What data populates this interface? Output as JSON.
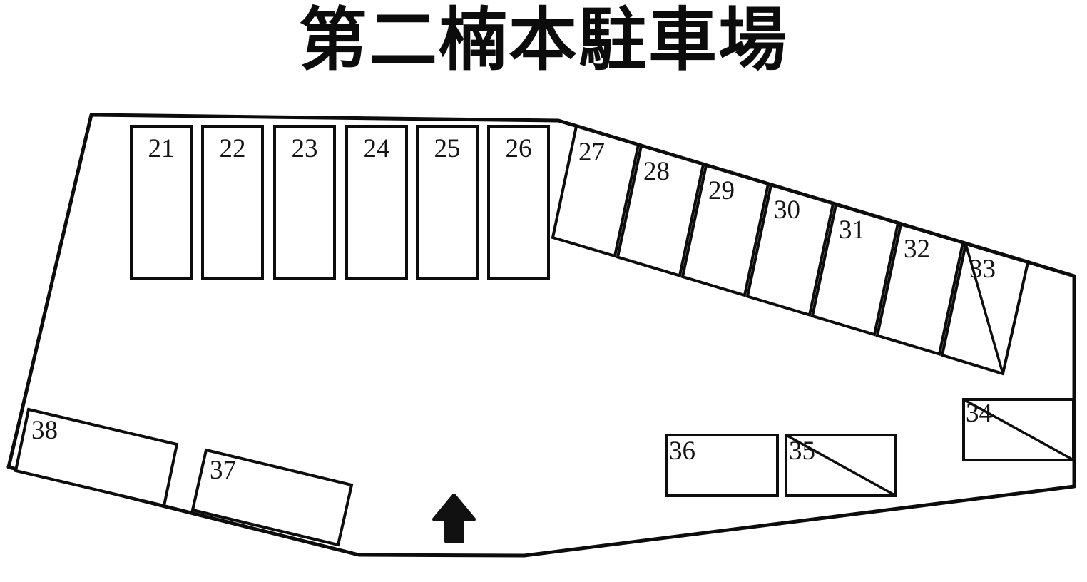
{
  "title": "第二楠本駐車場",
  "lot": {
    "spaces": [
      {
        "id": "21",
        "crossed": false
      },
      {
        "id": "22",
        "crossed": false
      },
      {
        "id": "23",
        "crossed": false
      },
      {
        "id": "24",
        "crossed": false
      },
      {
        "id": "25",
        "crossed": false
      },
      {
        "id": "26",
        "crossed": false
      },
      {
        "id": "27",
        "crossed": false
      },
      {
        "id": "28",
        "crossed": false
      },
      {
        "id": "29",
        "crossed": false
      },
      {
        "id": "30",
        "crossed": false
      },
      {
        "id": "31",
        "crossed": false
      },
      {
        "id": "32",
        "crossed": false
      },
      {
        "id": "33",
        "crossed": true
      },
      {
        "id": "34",
        "crossed": true
      },
      {
        "id": "35",
        "crossed": true
      },
      {
        "id": "36",
        "crossed": false
      },
      {
        "id": "37",
        "crossed": false
      },
      {
        "id": "38",
        "crossed": false
      }
    ],
    "entrance_icon": "up-arrow-icon",
    "colors": {
      "line": "#0d0d0d",
      "background": "#ffffff"
    }
  }
}
